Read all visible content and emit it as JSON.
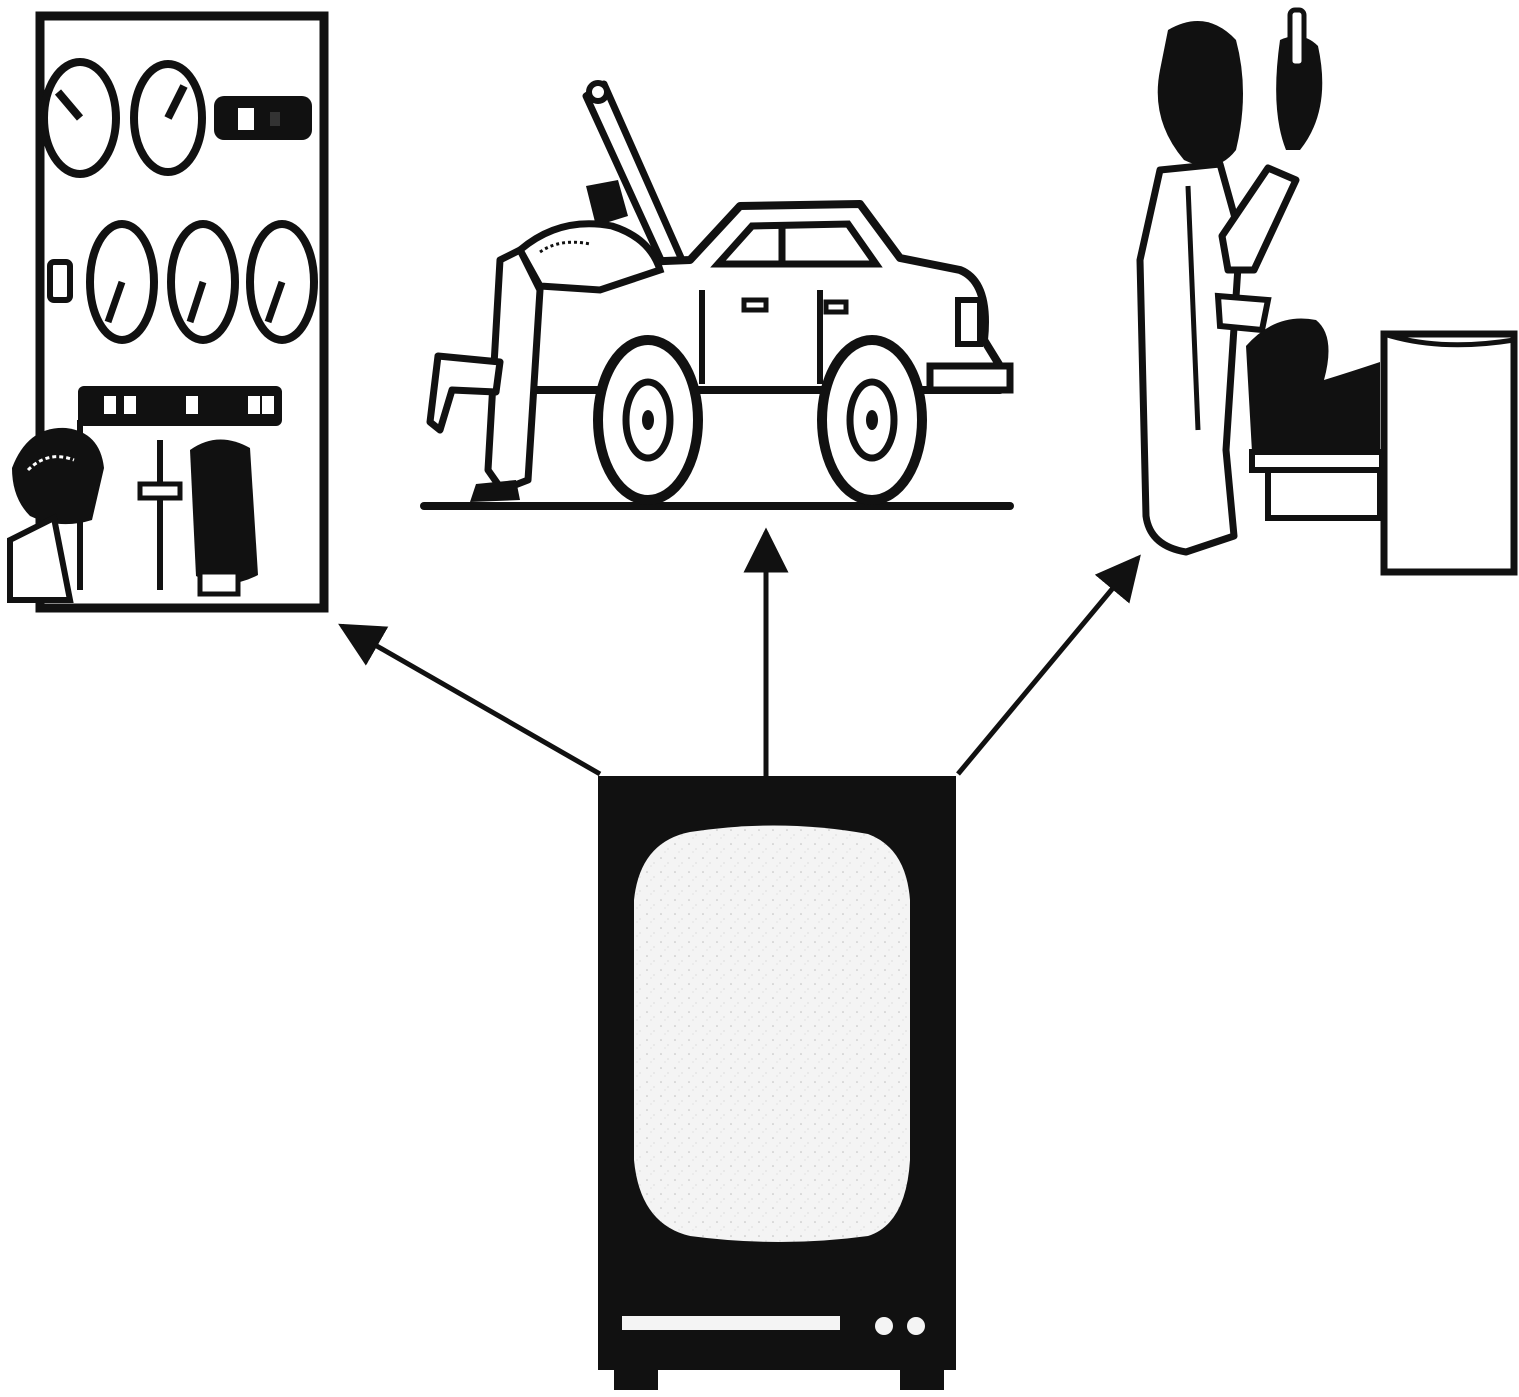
{
  "diagram": {
    "nodes": [
      {
        "id": "control-panel",
        "icon": "gauge-panel-icon"
      },
      {
        "id": "car-repair",
        "icon": "car-mechanic-icon"
      },
      {
        "id": "lab-technician",
        "icon": "lab-technician-icon"
      },
      {
        "id": "television",
        "icon": "television-icon"
      }
    ],
    "edges": [
      {
        "from": "television",
        "to": "control-panel"
      },
      {
        "from": "television",
        "to": "car-repair"
      },
      {
        "from": "television",
        "to": "lab-technician"
      }
    ]
  },
  "colors": {
    "ink": "#111111",
    "paper": "#ffffff",
    "screen": "#f4f4f4"
  }
}
